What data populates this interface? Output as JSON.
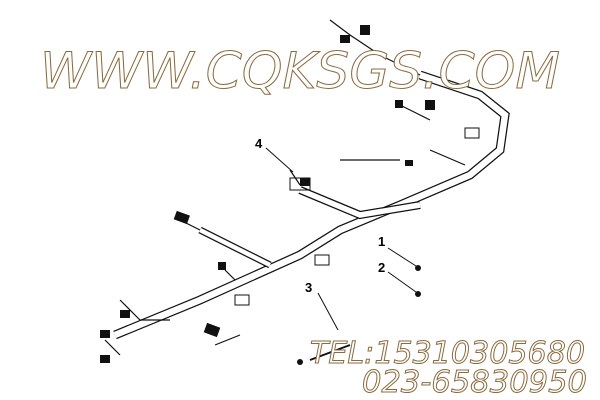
{
  "diagram": {
    "callouts": [
      "1",
      "2",
      "3",
      "4"
    ]
  },
  "watermark": {
    "site": "WWW.CQKSGS.COM",
    "tel": "TEL:15310305680",
    "phone": "023-65830950",
    "color": "#8b6b3d"
  }
}
